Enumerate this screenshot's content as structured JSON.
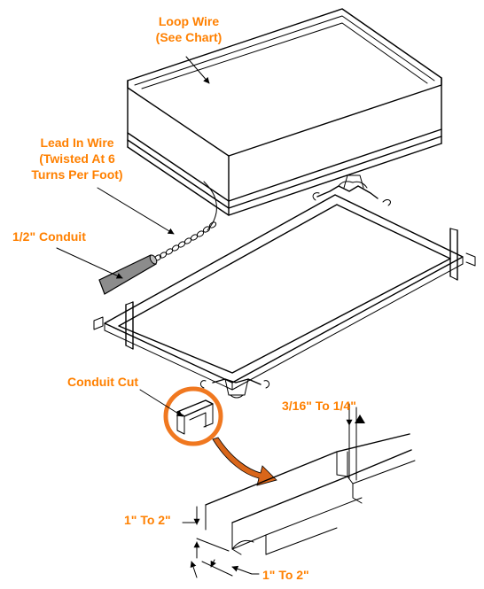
{
  "colors": {
    "label": "#FF8000",
    "line": "#000000",
    "highlight_circle": "#F07820",
    "arrow_fill": "#D9661A",
    "conduit_fill": "#8C8C8C"
  },
  "labels": {
    "loop_wire": [
      "Loop Wire",
      "(See Chart)"
    ],
    "lead_in_wire": [
      "Lead In Wire",
      "(Twisted At 6",
      "Turns Per Foot)"
    ],
    "conduit": "1/2\" Conduit",
    "conduit_cut": "Conduit Cut",
    "slot_width": "3/16\" To 1/4\"",
    "depth_left": "1\" To 2\"",
    "depth_bottom": "1\" To 2\""
  }
}
